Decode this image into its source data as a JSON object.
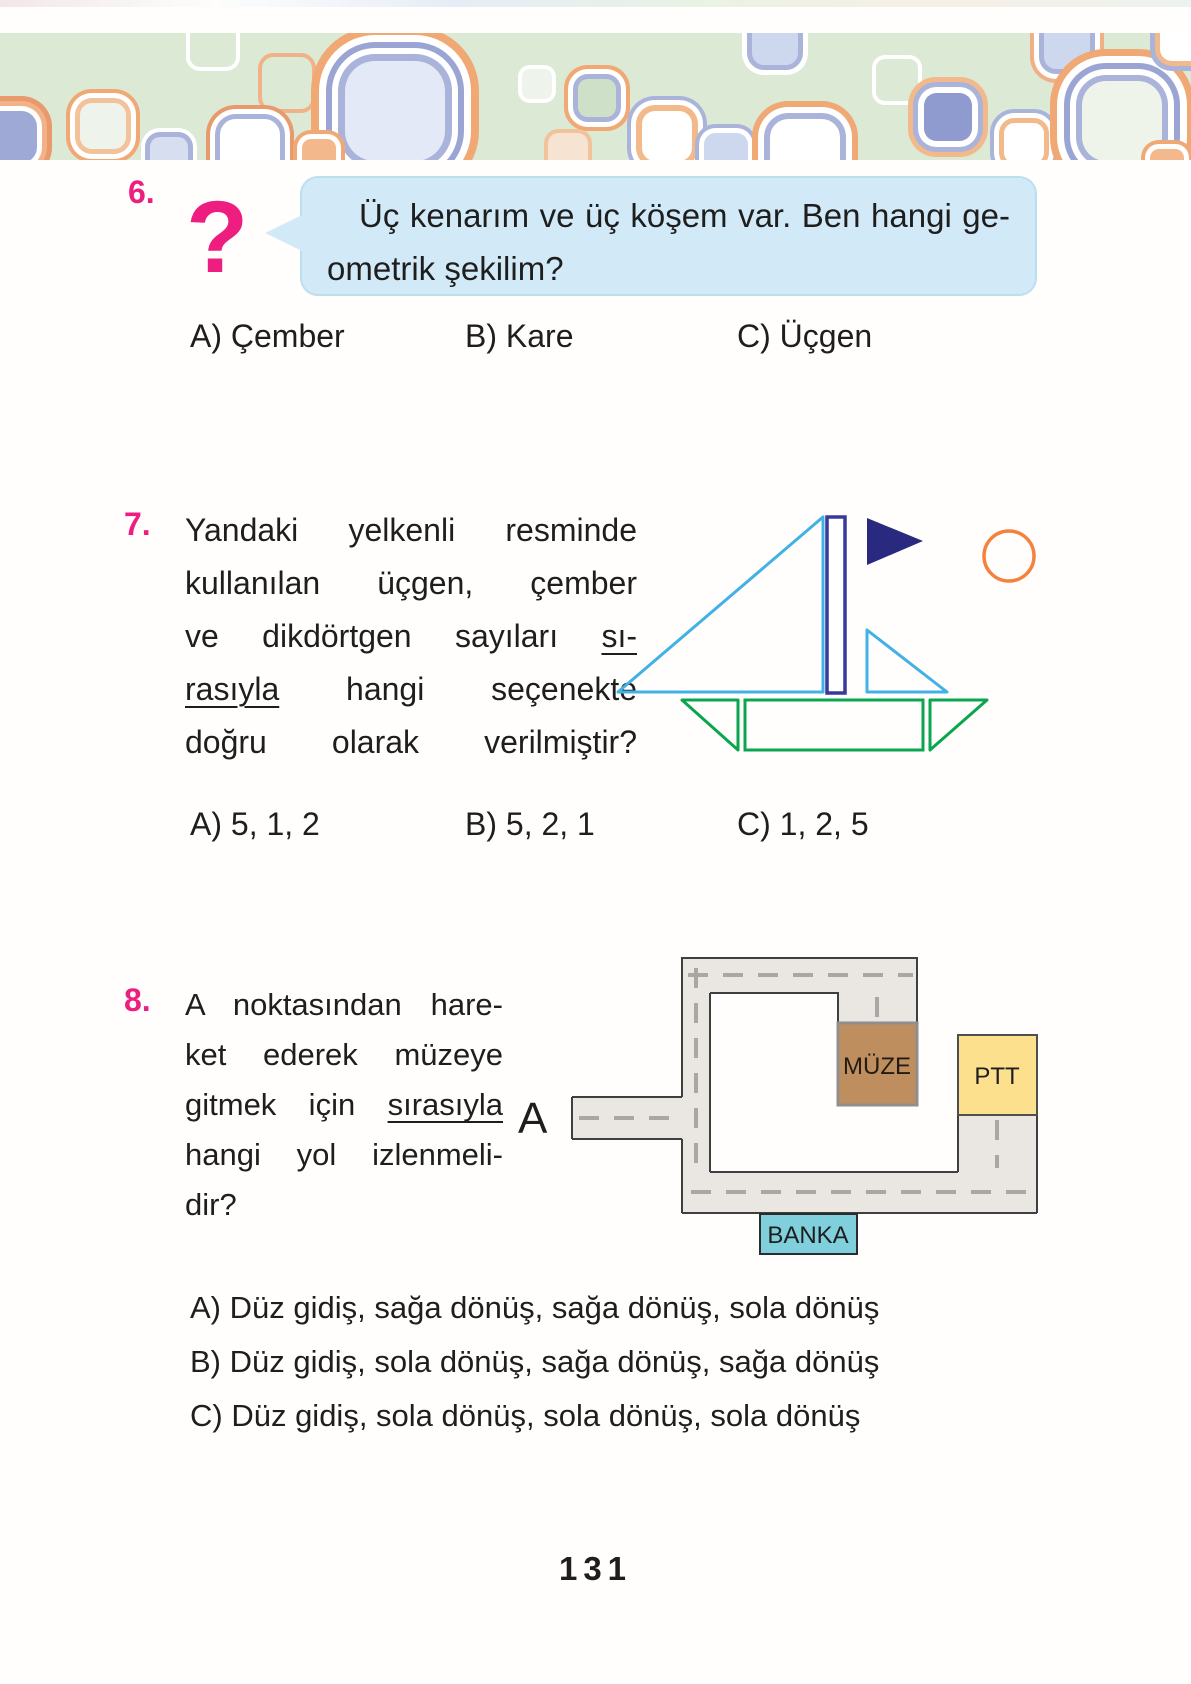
{
  "page": {
    "number": "131"
  },
  "colors": {
    "accent_pink": "#ed1e80",
    "bubble_blue": "#d2eaf8",
    "sail_blue": "#41b1e6",
    "mast_blue": "#39399b",
    "flag_navy": "#29297f",
    "sun_orange": "#f5813e",
    "hull_green": "#0aa64f",
    "road_gray": "#eae6e2",
    "muze_brown": "#bf8e5f",
    "ptt_yellow": "#fce08e",
    "banka_cyan": "#7fd0dc"
  },
  "q6": {
    "number": "6.",
    "question_mark": "?",
    "bubble": {
      "line1": "Üç kenarım ve üç köşem var. Ben hangi ge-",
      "line2": "ometrik şekilim?"
    },
    "options": [
      "A) Çember",
      "B) Kare",
      "C) Üçgen"
    ]
  },
  "q7": {
    "number": "7.",
    "lines": [
      {
        "pre": "Yandaki yelkenli resminde"
      },
      {
        "pre": "kullanılan üçgen, çember"
      },
      {
        "pre": "ve dikdörtgen sayıları ",
        "u": "sı-"
      },
      {
        "u": "rasıyla",
        "post": " hangi seçenekte"
      },
      {
        "pre": "doğru olarak verilmiştir?"
      }
    ],
    "options": [
      "A) 5, 1, 2",
      "B) 5, 2, 1",
      "C) 1, 2, 5"
    ]
  },
  "q8": {
    "number": "8.",
    "lines": [
      {
        "pre": "A noktasından hare-"
      },
      {
        "pre": "ket ederek müzeye"
      },
      {
        "pre": "gitmek için ",
        "u": "sırasıyla"
      },
      {
        "pre": "hangi yol izlenmeli-"
      },
      {
        "pre": "dir?"
      }
    ],
    "start_label": "A",
    "map": {
      "muze": "MÜZE",
      "ptt": "PTT",
      "banka": "BANKA"
    },
    "options": [
      "A) Düz gidiş, sağa dönüş, sağa dönüş, sola dönüş",
      "B) Düz gidiş, sola dönüş, sağa dönüş, sağa dönüş",
      "C) Düz gidiş, sola dönüş, sola dönüş, sola dönüş"
    ]
  }
}
